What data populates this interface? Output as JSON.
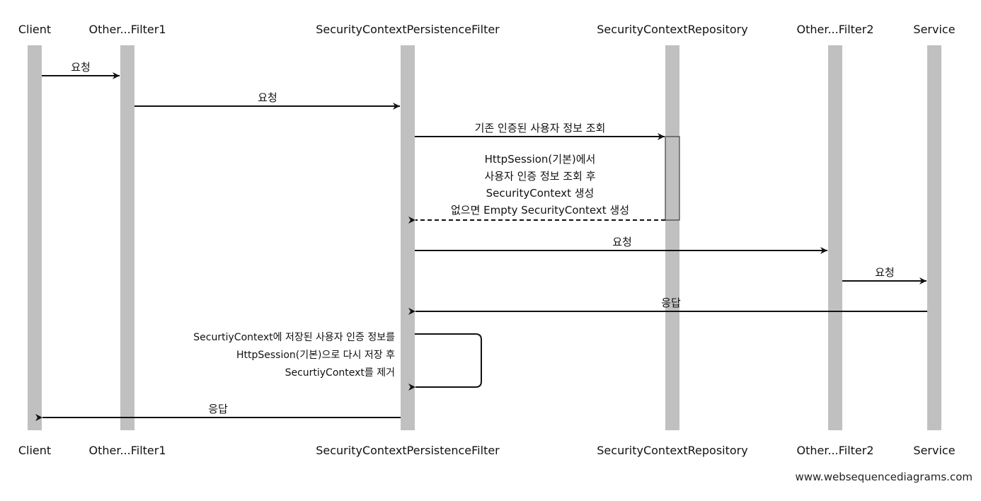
{
  "participants": [
    {
      "id": "client",
      "label": "Client"
    },
    {
      "id": "filter1",
      "label": "Other...Filter1"
    },
    {
      "id": "scpf",
      "label": "SecurityContextPersistenceFilter"
    },
    {
      "id": "repo",
      "label": "SecurityContextRepository"
    },
    {
      "id": "filter2",
      "label": "Other...Filter2"
    },
    {
      "id": "service",
      "label": "Service"
    }
  ],
  "messages": [
    {
      "label": "요청"
    },
    {
      "label": "요청"
    },
    {
      "label": "기존 인증된 사용자 정보 조회"
    },
    {
      "lines": [
        "HttpSession(기본)에서",
        "사용자 인증 정보 조회 후",
        "SecurityContext 생성",
        "없으면 Empty SecurityContext 생성"
      ]
    },
    {
      "label": "요청"
    },
    {
      "label": "요청"
    },
    {
      "label": "응답"
    },
    {
      "lines": [
        "SecurtiyContext에 저장된 사용자 인증 정보를",
        "HttpSession(기본)으로 다시 저장 후",
        "SecurtiyContext를 제거"
      ]
    },
    {
      "label": "응답"
    }
  ],
  "credit": "www.websequencediagrams.com"
}
